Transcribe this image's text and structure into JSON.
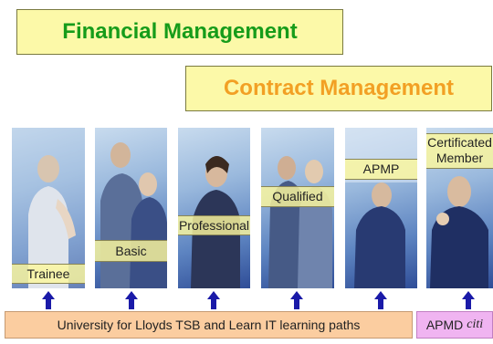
{
  "titles": {
    "financial": "Financial Management",
    "contract": "Contract Management"
  },
  "colors": {
    "financial_text": "#169c1a",
    "contract_text": "#f2a024",
    "title_bg": "#fcf9a8",
    "path_bar_bg": "#fbcda0",
    "apmd_bar_bg": "#f0b4f1",
    "arrow": "#1a1aa8"
  },
  "levels": [
    {
      "label": "Trainee"
    },
    {
      "label": "Basic"
    },
    {
      "label": "Professional"
    },
    {
      "label": "Qualified"
    },
    {
      "label": "APMP"
    },
    {
      "label": "Certificated Member",
      "lines": [
        "Certificated",
        "Member"
      ]
    }
  ],
  "footer": {
    "learning_paths": "University for Lloyds TSB and Learn IT learning paths",
    "apmd": "APMD",
    "apmd_suffix": "citi"
  }
}
